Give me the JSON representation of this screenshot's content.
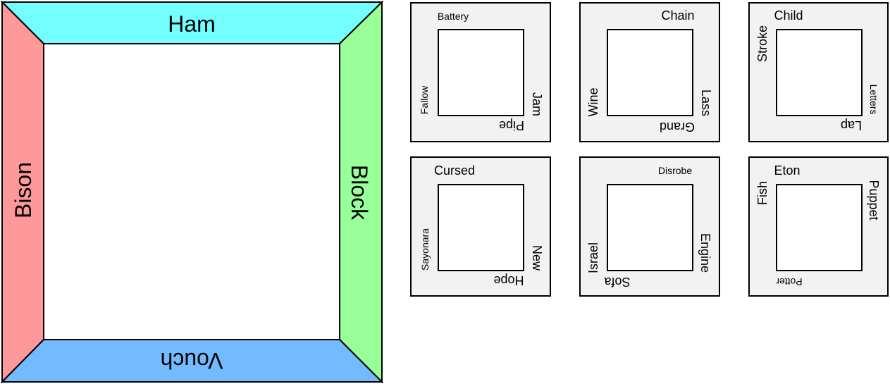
{
  "big_frame": {
    "colors": {
      "top": "#73ffff",
      "left": "#ff9999",
      "right": "#99ff99",
      "bottom": "#73baff",
      "center": "#ffffff",
      "stroke": "#000000"
    },
    "top_label": "Ham",
    "left_label": "Bison",
    "right_label": "Block",
    "bottom_label": "Vouch"
  },
  "frames": [
    {
      "top": "Battery",
      "left": "Fallow",
      "right": "Jam",
      "bottom": "Pipe"
    },
    {
      "top": "Chain",
      "left": "Wine",
      "right": "Lass",
      "bottom": "Grand"
    },
    {
      "top": "Child",
      "left": "Stroke",
      "right": "Letters",
      "bottom": "Lap"
    },
    {
      "top": "Cursed",
      "left": "Sayonara",
      "right": "New",
      "bottom": "Hope"
    },
    {
      "top": "Disrobe",
      "left": "Israel",
      "right": "Engine",
      "bottom": "Sofa"
    },
    {
      "top": "Eton",
      "left": "Fish",
      "right": "Puppet",
      "bottom": "Potter"
    }
  ]
}
